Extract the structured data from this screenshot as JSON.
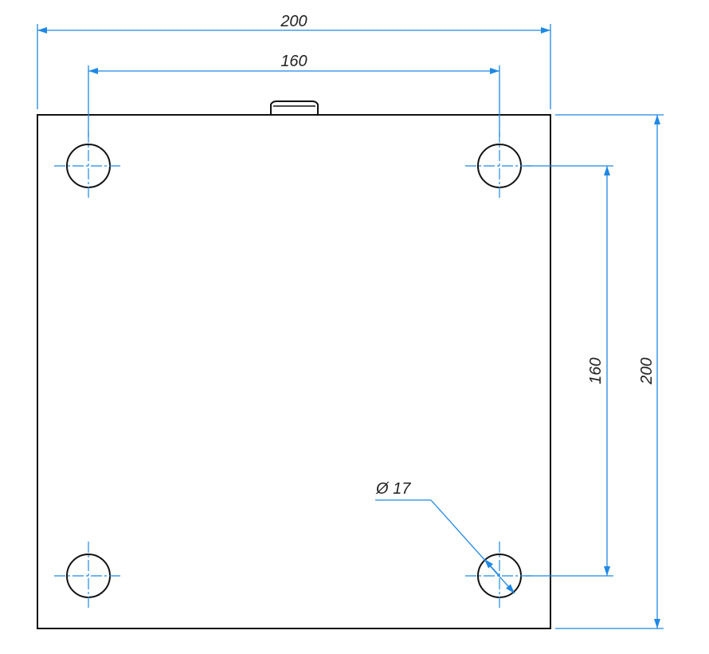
{
  "drawing": {
    "dimensions": {
      "overall_width": "200",
      "hole_spacing_horizontal": "160",
      "hole_spacing_vertical": "160",
      "overall_height": "200",
      "hole_diameter": "Ø 17"
    },
    "colors": {
      "outline": "#111111",
      "dimension": "#1e88e5"
    },
    "hole_count": 4
  }
}
